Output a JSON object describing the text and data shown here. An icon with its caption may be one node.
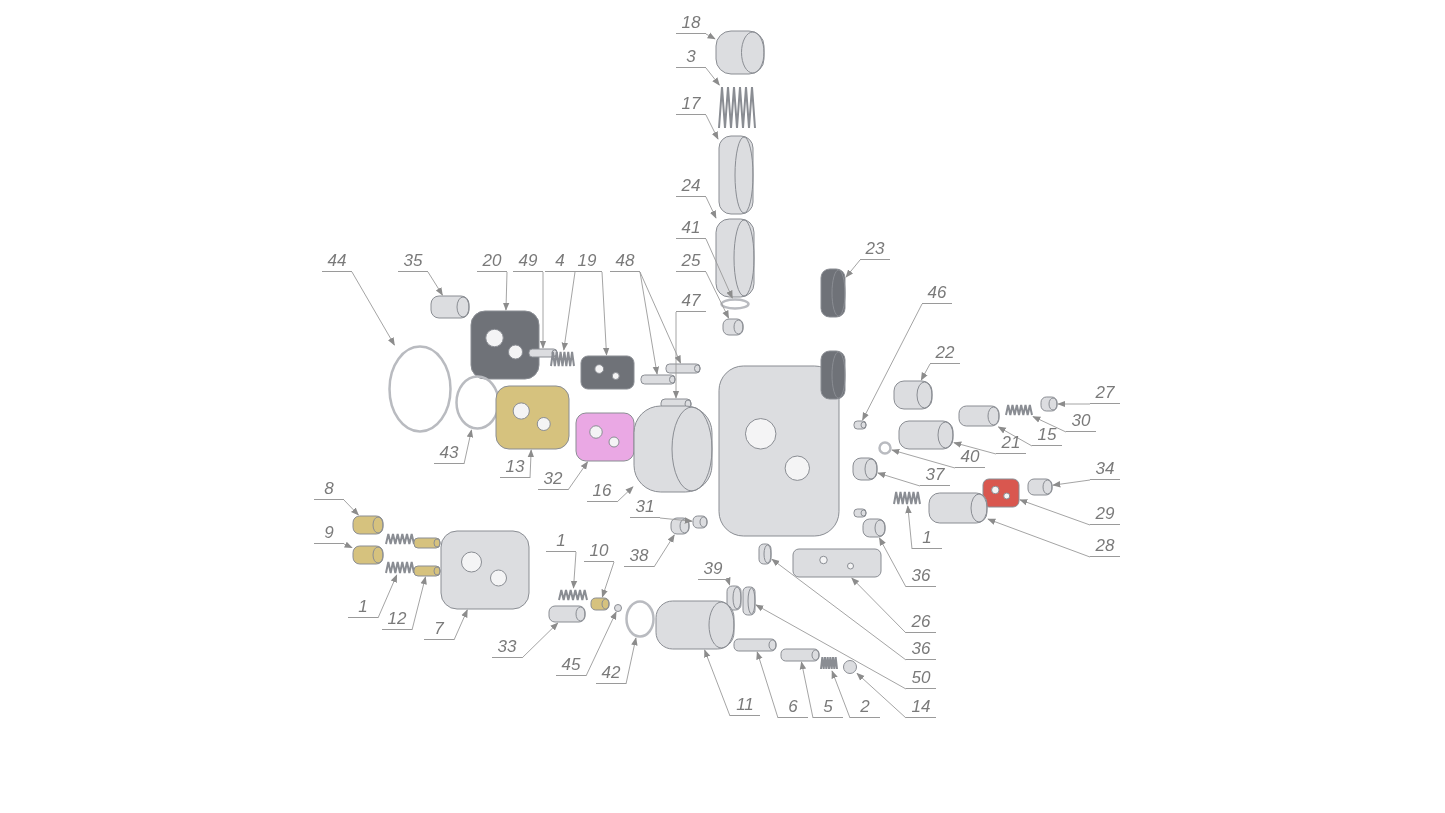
{
  "diagram": {
    "nodes": [
      {
        "text": [
          "18"
        ]
      },
      {
        "text": [
          "3"
        ]
      },
      {
        "text": [
          "17"
        ]
      },
      {
        "text": [
          "24"
        ]
      },
      {
        "text": [
          "41"
        ]
      },
      {
        "text": [
          "23"
        ]
      },
      {
        "text": [
          "44"
        ]
      },
      {
        "text": [
          "35"
        ]
      },
      {
        "text": [
          "20"
        ]
      },
      {
        "text": [
          "49"
        ]
      },
      {
        "text": [
          "4"
        ]
      },
      {
        "text": [
          "19"
        ]
      },
      {
        "text": [
          "48"
        ]
      },
      {
        "text": [
          "25"
        ]
      },
      {
        "text": [
          "47"
        ]
      },
      {
        "text": [
          "46"
        ]
      },
      {
        "text": [
          "22"
        ]
      },
      {
        "text": [
          "27"
        ]
      },
      {
        "text": [
          "30"
        ]
      },
      {
        "text": [
          "15"
        ]
      },
      {
        "text": [
          "21"
        ]
      },
      {
        "text": [
          "40"
        ]
      },
      {
        "text": [
          "37"
        ]
      },
      {
        "text": [
          "34"
        ]
      },
      {
        "text": [
          "43"
        ]
      },
      {
        "text": [
          "13"
        ]
      },
      {
        "text": [
          "32"
        ]
      },
      {
        "text": [
          "16"
        ]
      },
      {
        "text": [
          "31"
        ]
      },
      {
        "text": [
          "8"
        ]
      },
      {
        "text": [
          "29"
        ]
      },
      {
        "text": [
          "28"
        ]
      },
      {
        "text": [
          "1"
        ]
      },
      {
        "text": [
          "9"
        ]
      },
      {
        "text": [
          "38"
        ]
      },
      {
        "text": [
          "36"
        ]
      },
      {
        "text": [
          "1"
        ]
      },
      {
        "text": [
          "10"
        ]
      },
      {
        "text": [
          "39"
        ]
      },
      {
        "text": [
          "26"
        ]
      },
      {
        "text": [
          "1"
        ]
      },
      {
        "text": [
          "12"
        ]
      },
      {
        "text": [
          "7"
        ]
      },
      {
        "text": [
          "33"
        ]
      },
      {
        "text": [
          "36"
        ]
      },
      {
        "text": [
          "45"
        ]
      },
      {
        "text": [
          "42"
        ]
      },
      {
        "text": [
          "50"
        ]
      },
      {
        "text": [
          "14"
        ]
      },
      {
        "text": [
          "11"
        ]
      },
      {
        "text": [
          "6"
        ]
      },
      {
        "text": [
          "5"
        ]
      },
      {
        "text": [
          "2"
        ]
      },
      {
        "text": [],
        "shape": "picture"
      },
      {
        "text": [],
        "shape": "picture"
      },
      {
        "text": [],
        "shape": "picture"
      },
      {
        "text": [],
        "shape": "picture"
      },
      {
        "text": [],
        "shape": "circle"
      },
      {
        "text": [],
        "shape": "picture"
      },
      {
        "text": [],
        "shape": "circle"
      },
      {
        "text": [],
        "shape": "picture"
      },
      {
        "text": [],
        "shape": "picture"
      },
      {
        "text": [],
        "shape": "picture"
      },
      {
        "text": [],
        "shape": "picture"
      },
      {
        "text": [],
        "shape": "picture"
      },
      {
        "text": [],
        "shape": "picture"
      },
      {
        "text": [],
        "shape": "picture"
      },
      {
        "text": [],
        "shape": "picture"
      },
      {
        "text": [],
        "shape": "picture"
      },
      {
        "text": [],
        "shape": "picture"
      },
      {
        "text": [],
        "shape": "picture"
      },
      {
        "text": [],
        "shape": "picture"
      },
      {
        "text": [],
        "shape": "picture"
      },
      {
        "text": [],
        "shape": "picture"
      },
      {
        "text": [],
        "shape": "circle"
      },
      {
        "text": [],
        "shape": "picture"
      },
      {
        "text": [],
        "shape": "picture"
      },
      {
        "text": [],
        "shape": "circle"
      },
      {
        "text": [],
        "shape": "picture"
      },
      {
        "text": [],
        "shape": "picture"
      },
      {
        "text": [],
        "shape": "picture"
      },
      {
        "text": [],
        "shape": "picture"
      },
      {
        "text": [],
        "shape": "picture"
      },
      {
        "text": [],
        "shape": "picture"
      },
      {
        "text": [],
        "shape": "picture"
      },
      {
        "text": [],
        "shape": "picture"
      },
      {
        "text": [],
        "shape": "picture"
      },
      {
        "text": [],
        "shape": "picture"
      },
      {
        "text": [],
        "shape": "picture"
      },
      {
        "text": [],
        "shape": "picture"
      },
      {
        "text": [],
        "shape": "picture"
      },
      {
        "text": [],
        "shape": "picture"
      },
      {
        "text": [],
        "shape": "picture"
      },
      {
        "text": [],
        "shape": "picture"
      },
      {
        "text": [],
        "shape": "picture"
      },
      {
        "text": [],
        "shape": "picture"
      },
      {
        "text": [],
        "shape": "picture"
      },
      {
        "text": [],
        "shape": "picture"
      },
      {
        "text": [],
        "shape": "circle"
      },
      {
        "text": [],
        "shape": "circle"
      },
      {
        "text": [],
        "shape": "picture"
      },
      {
        "text": [],
        "shape": "circle"
      },
      {
        "text": [],
        "shape": "picture"
      },
      {
        "text": [],
        "shape": "picture"
      },
      {
        "text": [],
        "shape": "picture"
      },
      {
        "text": [],
        "shape": "picture"
      },
      {
        "text": [],
        "shape": "picture"
      }
    ],
    "edges": [
      {
        "from": 0,
        "to": 53,
        "arrow": "to"
      },
      {
        "from": 1,
        "to": 54,
        "arrow": "to"
      },
      {
        "from": 2,
        "to": 55,
        "arrow": "to"
      },
      {
        "from": 3,
        "to": 56,
        "arrow": "to"
      },
      {
        "from": 4,
        "to": 57,
        "arrow": "to"
      },
      {
        "from": 5,
        "to": 58,
        "arrow": "to"
      },
      {
        "from": 6,
        "to": 59,
        "arrow": "to"
      },
      {
        "from": 7,
        "to": 60,
        "arrow": "to"
      },
      {
        "from": 8,
        "to": 61,
        "arrow": "to"
      },
      {
        "from": 9,
        "to": 62,
        "arrow": "to"
      },
      {
        "from": 10,
        "to": 63,
        "arrow": "to"
      },
      {
        "from": 11,
        "to": 64,
        "arrow": "to"
      },
      {
        "from": 12,
        "to": 65,
        "arrow": "to"
      },
      {
        "from": 13,
        "to": 66,
        "arrow": "to"
      },
      {
        "from": 14,
        "to": 67,
        "arrow": "to"
      },
      {
        "from": 15,
        "to": 68,
        "arrow": "to"
      },
      {
        "from": 16,
        "to": 69,
        "arrow": "to"
      },
      {
        "from": 17,
        "to": 70,
        "arrow": "to"
      },
      {
        "from": 18,
        "to": 71,
        "arrow": "to"
      },
      {
        "from": 19,
        "to": 72,
        "arrow": "to"
      },
      {
        "from": 20,
        "to": 73,
        "arrow": "to"
      },
      {
        "from": 21,
        "to": 74,
        "arrow": "to"
      },
      {
        "from": 22,
        "to": 75,
        "arrow": "to"
      },
      {
        "from": 23,
        "to": 76,
        "arrow": "to"
      },
      {
        "from": 24,
        "to": 77,
        "arrow": "to"
      },
      {
        "from": 25,
        "to": 78,
        "arrow": "to"
      },
      {
        "from": 26,
        "to": 79,
        "arrow": "to"
      },
      {
        "from": 27,
        "to": 80,
        "arrow": "to"
      },
      {
        "from": 28,
        "to": 81,
        "arrow": "to"
      },
      {
        "from": 29,
        "to": 82,
        "arrow": "to"
      },
      {
        "from": 30,
        "to": 83,
        "arrow": "to"
      },
      {
        "from": 31,
        "to": 84,
        "arrow": "to"
      },
      {
        "from": 32,
        "to": 85,
        "arrow": "to"
      },
      {
        "from": 33,
        "to": 86,
        "arrow": "to"
      },
      {
        "from": 34,
        "to": 87,
        "arrow": "to"
      },
      {
        "from": 35,
        "to": 88,
        "arrow": "to"
      },
      {
        "from": 36,
        "to": 89,
        "arrow": "to"
      },
      {
        "from": 37,
        "to": 90,
        "arrow": "to"
      },
      {
        "from": 38,
        "to": 91,
        "arrow": "to"
      },
      {
        "from": 39,
        "to": 92,
        "arrow": "to"
      },
      {
        "from": 40,
        "to": 93,
        "arrow": "to"
      },
      {
        "from": 41,
        "to": 94,
        "arrow": "to"
      },
      {
        "from": 42,
        "to": 95,
        "arrow": "to"
      },
      {
        "from": 43,
        "to": 96,
        "arrow": "to"
      },
      {
        "from": 44,
        "to": 97,
        "arrow": "to"
      },
      {
        "from": 45,
        "to": 98,
        "arrow": "to"
      },
      {
        "from": 46,
        "to": 99,
        "arrow": "to"
      },
      {
        "from": 47,
        "to": 100,
        "arrow": "to"
      },
      {
        "from": 48,
        "to": 101,
        "arrow": "to"
      },
      {
        "from": 49,
        "to": 102,
        "arrow": "to"
      },
      {
        "from": 50,
        "to": 103,
        "arrow": "to"
      },
      {
        "from": 51,
        "to": 104,
        "arrow": "to"
      },
      {
        "from": 52,
        "to": 105,
        "arrow": "to"
      },
      {
        "from": 12,
        "to": 106,
        "arrow": "to"
      }
    ]
  }
}
